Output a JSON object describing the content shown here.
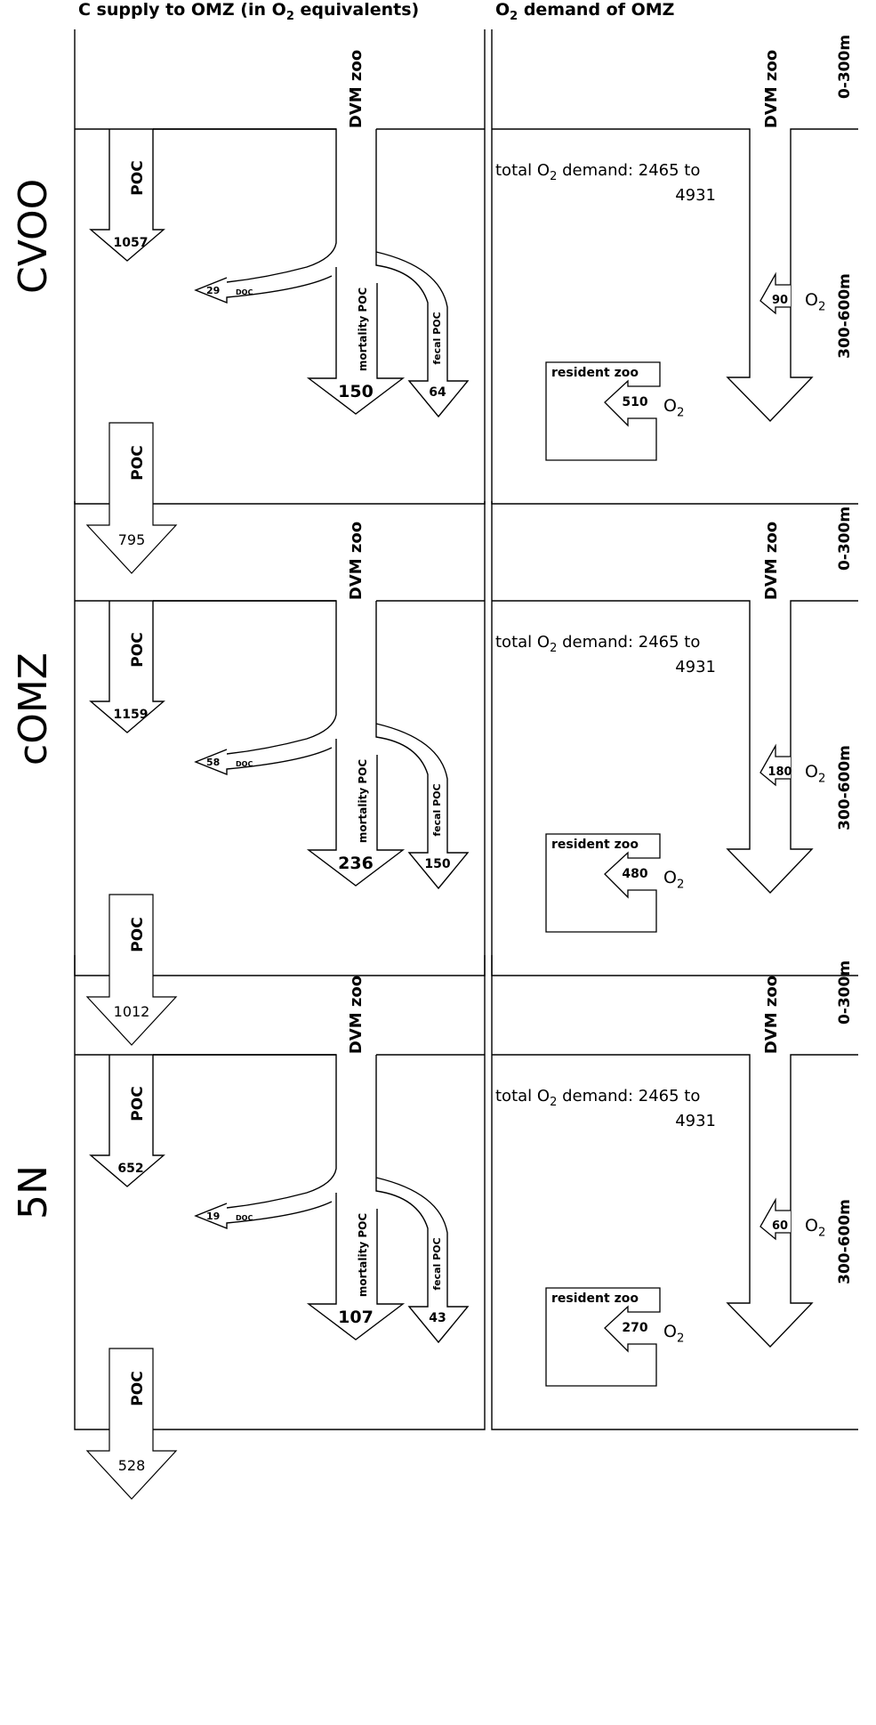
{
  "headers": {
    "c_supply_prefix": "C supply to OMZ (in O",
    "c_supply_sub": "2",
    "c_supply_suffix": " equivalents)",
    "o2_demand_prefix": "O",
    "o2_demand_sub": "2",
    "o2_demand_suffix": " demand of OMZ"
  },
  "labels": {
    "poc": "POC",
    "doc": "DOC",
    "dvm_zoo": "DVM zoo",
    "mortality_poc": "mortality POC",
    "fecal_poc": "fecal POC",
    "resident_zoo": "resident zoo",
    "o2_letter": "O",
    "o2_sub": "2",
    "depth_upper": "0-300m",
    "depth_lower": "300-600m",
    "total_demand_prefix": "total O",
    "total_demand_sub": "2",
    "total_demand_line1_suffix": " demand: 2465 to",
    "total_demand_line2": "4931"
  },
  "panels": [
    {
      "site": "CVOO",
      "poc_in": "1057",
      "doc": "29",
      "mortality_poc": "150",
      "fecal_poc": "64",
      "poc_out": "795",
      "dvm_o2": "90",
      "resident_o2": "510"
    },
    {
      "site": "cOMZ",
      "poc_in": "1159",
      "doc": "58",
      "mortality_poc": "236",
      "fecal_poc": "150",
      "poc_out": "1012",
      "dvm_o2": "180",
      "resident_o2": "480"
    },
    {
      "site": "5N",
      "poc_in": "652",
      "doc": "19",
      "mortality_poc": "107",
      "fecal_poc": "43",
      "poc_out": "528",
      "dvm_o2": "60",
      "resident_o2": "270"
    }
  ]
}
